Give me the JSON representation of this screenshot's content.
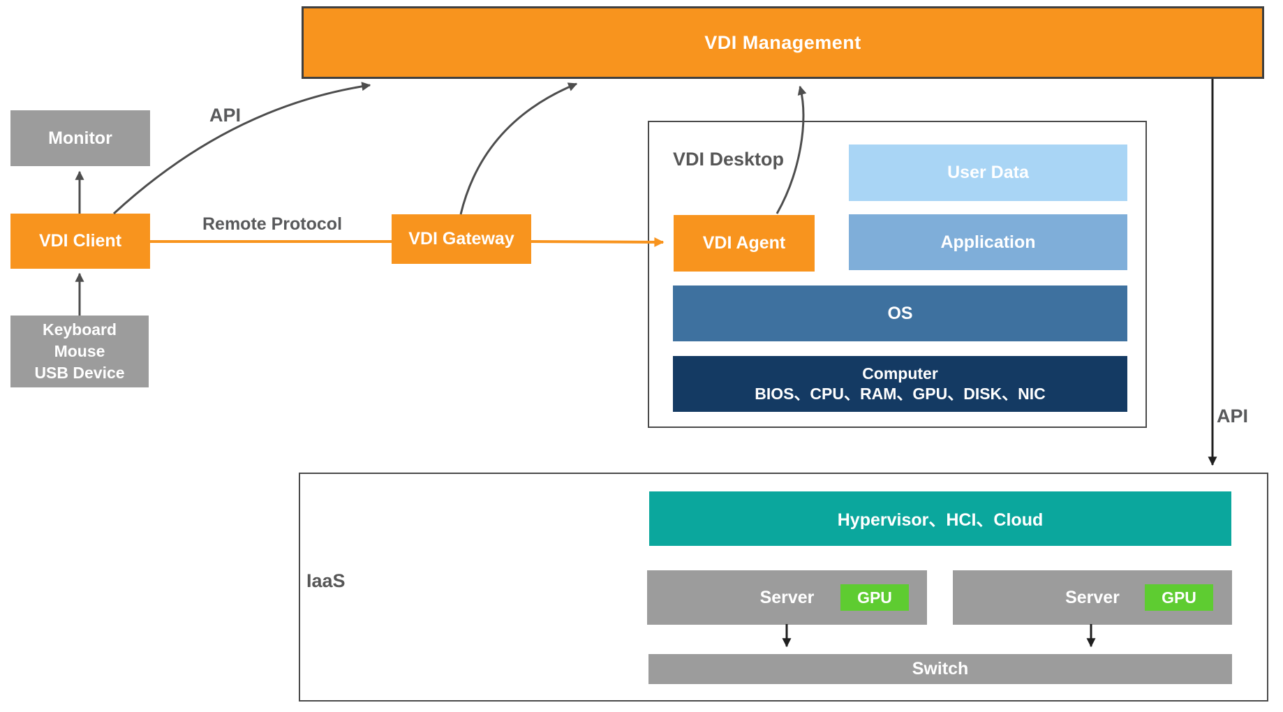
{
  "banner": {
    "label": "VDI Management"
  },
  "client_stack": {
    "monitor": "Monitor",
    "vdi_client": "VDI Client",
    "peripherals": [
      "Keyboard",
      "Mouse",
      "USB Device"
    ]
  },
  "labels": {
    "api_left": "API",
    "api_right": "API",
    "remote_protocol": "Remote Protocol"
  },
  "gateway": {
    "label": "VDI Gateway"
  },
  "vdi_desktop": {
    "title": "VDI Desktop",
    "agent": "VDI Agent",
    "user_data": "User Data",
    "application": "Application",
    "os": "OS",
    "computer_title": "Computer",
    "computer_detail": "BIOS、CPU、RAM、GPU、DISK、NIC"
  },
  "iaas": {
    "title": "IaaS",
    "hypervisor": "Hypervisor、HCI、Cloud",
    "servers": [
      {
        "label": "Server",
        "badge": "GPU"
      },
      {
        "label": "Server",
        "badge": "GPU"
      }
    ],
    "switch": "Switch"
  },
  "colors": {
    "orange": "#F8941E",
    "gray": "#9C9C9C",
    "light_blue": "#A9D5F5",
    "mid_blue": "#7FAED9",
    "steel_blue": "#3E719F",
    "navy": "#143A63",
    "teal": "#0BA79D",
    "green": "#5ECC31",
    "label_gray": "#58595B",
    "border_dark": "#4A4A4A",
    "arrow_gray": "#4D4D4D",
    "arrow_black": "#1F1F1F"
  }
}
